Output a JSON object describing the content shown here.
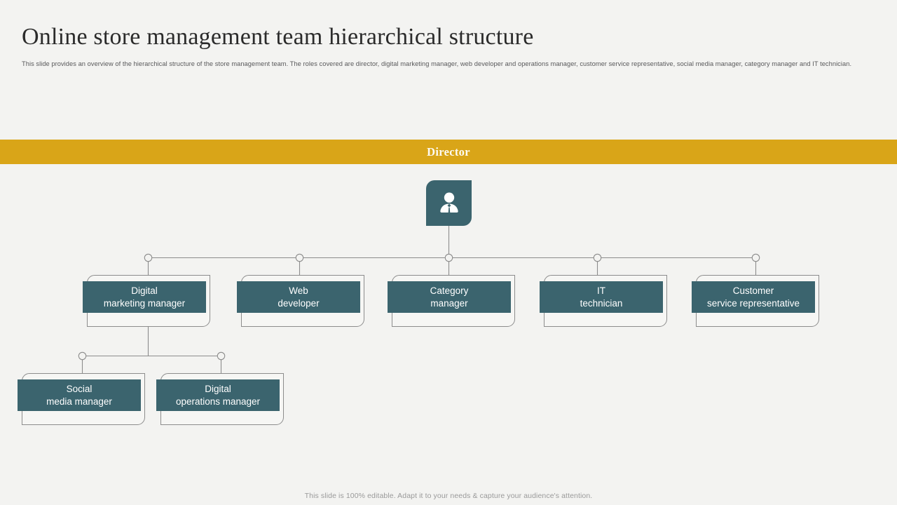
{
  "slide": {
    "title": "Online store management team hierarchical structure",
    "subtitle": "This slide provides an overview of the hierarchical structure of the store management team. The roles covered are director, digital marketing manager, web developer and operations manager, customer service representative, social media manager, category manager and IT technician.",
    "footer": "This slide is 100% editable. Adapt it to your needs & capture your audience's attention."
  },
  "banner": {
    "label": "Director",
    "background_color": "#d9a518",
    "text_color": "#fdfbf2"
  },
  "theme": {
    "background": "#f3f3f1",
    "node_fill": "#3b646e",
    "node_frame": "#f6f6f4",
    "node_border": "#8c8c8c",
    "connector": "#8c8c8c",
    "node_text": "#ffffff",
    "title_text": "#2b2b2b",
    "subtitle_text": "#59595b",
    "footer_text": "#9a9a9a"
  },
  "chart_data": {
    "type": "diagram",
    "title": "Online store management team hierarchical structure",
    "root": {
      "id": "director",
      "label": "Director",
      "icon": "person-avatar-icon"
    },
    "nodes": [
      {
        "id": "digital-marketing-manager",
        "label": "Digital\nmarketing manager",
        "level": 1,
        "parent": "director"
      },
      {
        "id": "web-developer",
        "label": "Web\ndeveloper",
        "level": 1,
        "parent": "director"
      },
      {
        "id": "category-manager",
        "label": "Category\nmanager",
        "level": 1,
        "parent": "director"
      },
      {
        "id": "it-technician",
        "label": "IT\ntechnician",
        "level": 1,
        "parent": "director"
      },
      {
        "id": "customer-service-representative",
        "label": "Customer\nservice representative",
        "level": 1,
        "parent": "director"
      },
      {
        "id": "social-media-manager",
        "label": "Social\nmedia manager",
        "level": 2,
        "parent": "digital-marketing-manager"
      },
      {
        "id": "digital-operations-manager",
        "label": "Digital\noperations manager",
        "level": 2,
        "parent": "digital-marketing-manager"
      }
    ]
  }
}
